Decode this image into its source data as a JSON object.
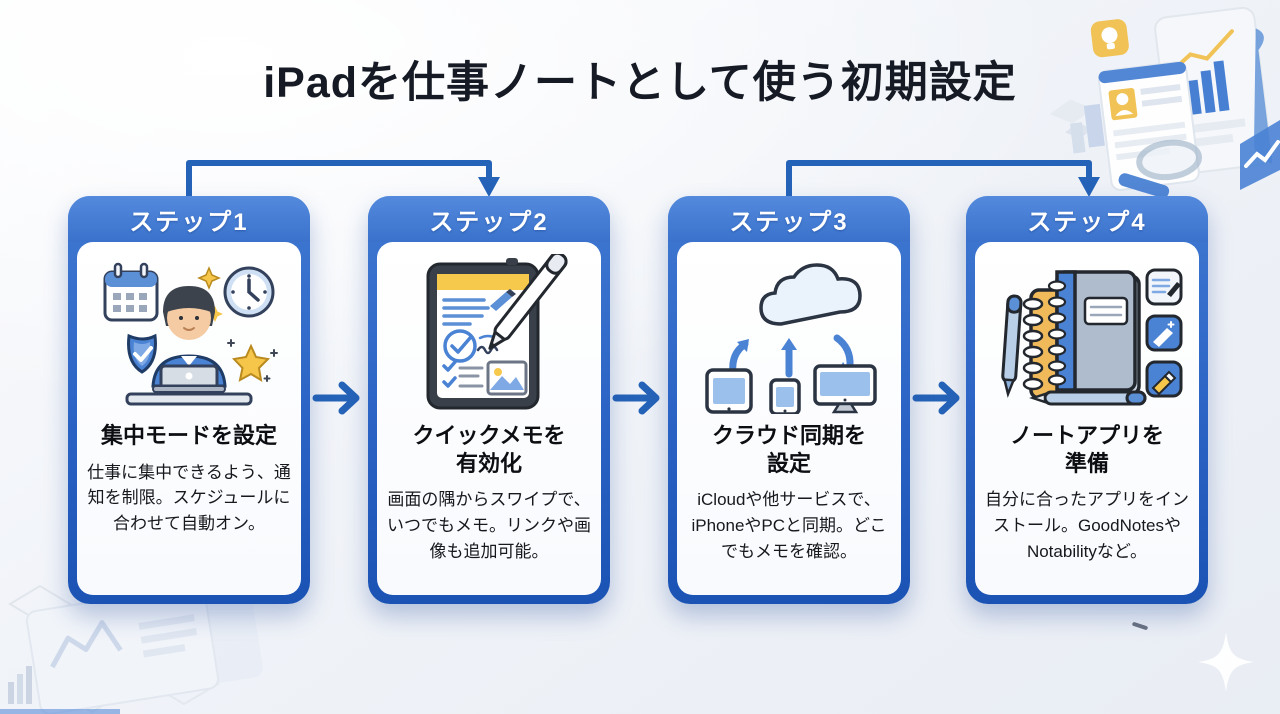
{
  "title": "iPadを仕事ノートとして使う初期設定",
  "steps": [
    {
      "label": "ステップ1",
      "heading": "集中モードを設定",
      "body": "仕事に集中できるよう、通知を制限。スケジュールに合わせて自動オン。",
      "icon": "focus-person-illustration"
    },
    {
      "label": "ステップ2",
      "heading": "クイックメモを\n有効化",
      "body": "画面の隅からスワイプで、いつでもメモ。リンクや画像も追加可能。",
      "icon": "quick-note-tablet-illustration"
    },
    {
      "label": "ステップ3",
      "heading": "クラウド同期を\n設定",
      "body": "iCloudや他サービスで、iPhoneやPCと同期。どこでもメモを確認。",
      "icon": "cloud-sync-illustration"
    },
    {
      "label": "ステップ4",
      "heading": "ノートアプリを\n準備",
      "body": "自分に合ったアプリをインストール。GoodNotesやNotabilityなど。",
      "icon": "notebook-apps-illustration"
    }
  ],
  "flow": {
    "top_connectors": [
      "step1-to-step2",
      "step3-to-step4"
    ],
    "mid_arrows": [
      "step1-to-step2",
      "step2-to-step3",
      "step3-to-step4"
    ]
  },
  "colors": {
    "card_border_blue": "#1e5cbe",
    "header_blue_top": "#548add",
    "header_blue_bottom": "#3a72cc",
    "arrow_blue": "#2563b8",
    "title_text": "#151a24",
    "accent_yellow": "#f2c14e",
    "background": "#eef1f6"
  }
}
